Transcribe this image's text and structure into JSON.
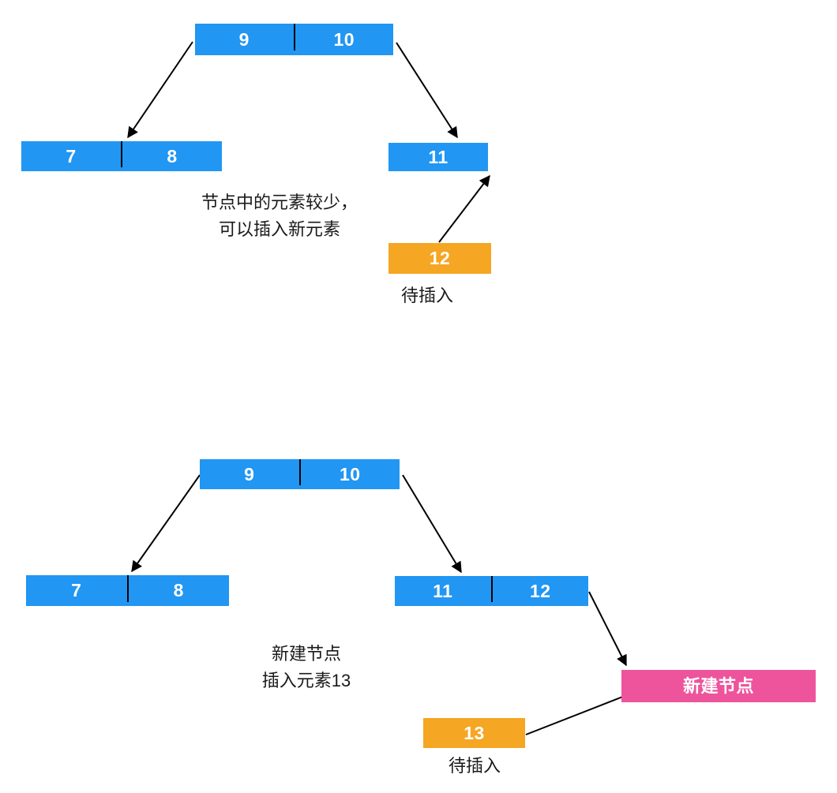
{
  "colors": {
    "node_blue": "#2196F3",
    "node_orange": "#F5A623",
    "node_pink": "#ED549C",
    "arrow": "#000000",
    "caption_text": "#1A1A1A",
    "node_text": "#FFFFFF",
    "background": "#FFFFFF"
  },
  "diagram1": {
    "caption_line1": "节点中的元素较少，",
    "caption_line2": "可以插入新元素",
    "root_cells": [
      "9",
      "10"
    ],
    "left_child_cells": [
      "7",
      "8"
    ],
    "right_child_cells": [
      "11"
    ],
    "pending_cell": "12",
    "pending_label": "待插入"
  },
  "diagram2": {
    "caption_line1": "新建节点",
    "caption_line2": "插入元素13",
    "root_cells": [
      "9",
      "10"
    ],
    "left_child_cells": [
      "7",
      "8"
    ],
    "right_child_cells": [
      "11",
      "12"
    ],
    "new_node_label": "新建节点",
    "pending_cell": "13",
    "pending_label": "待插入"
  }
}
